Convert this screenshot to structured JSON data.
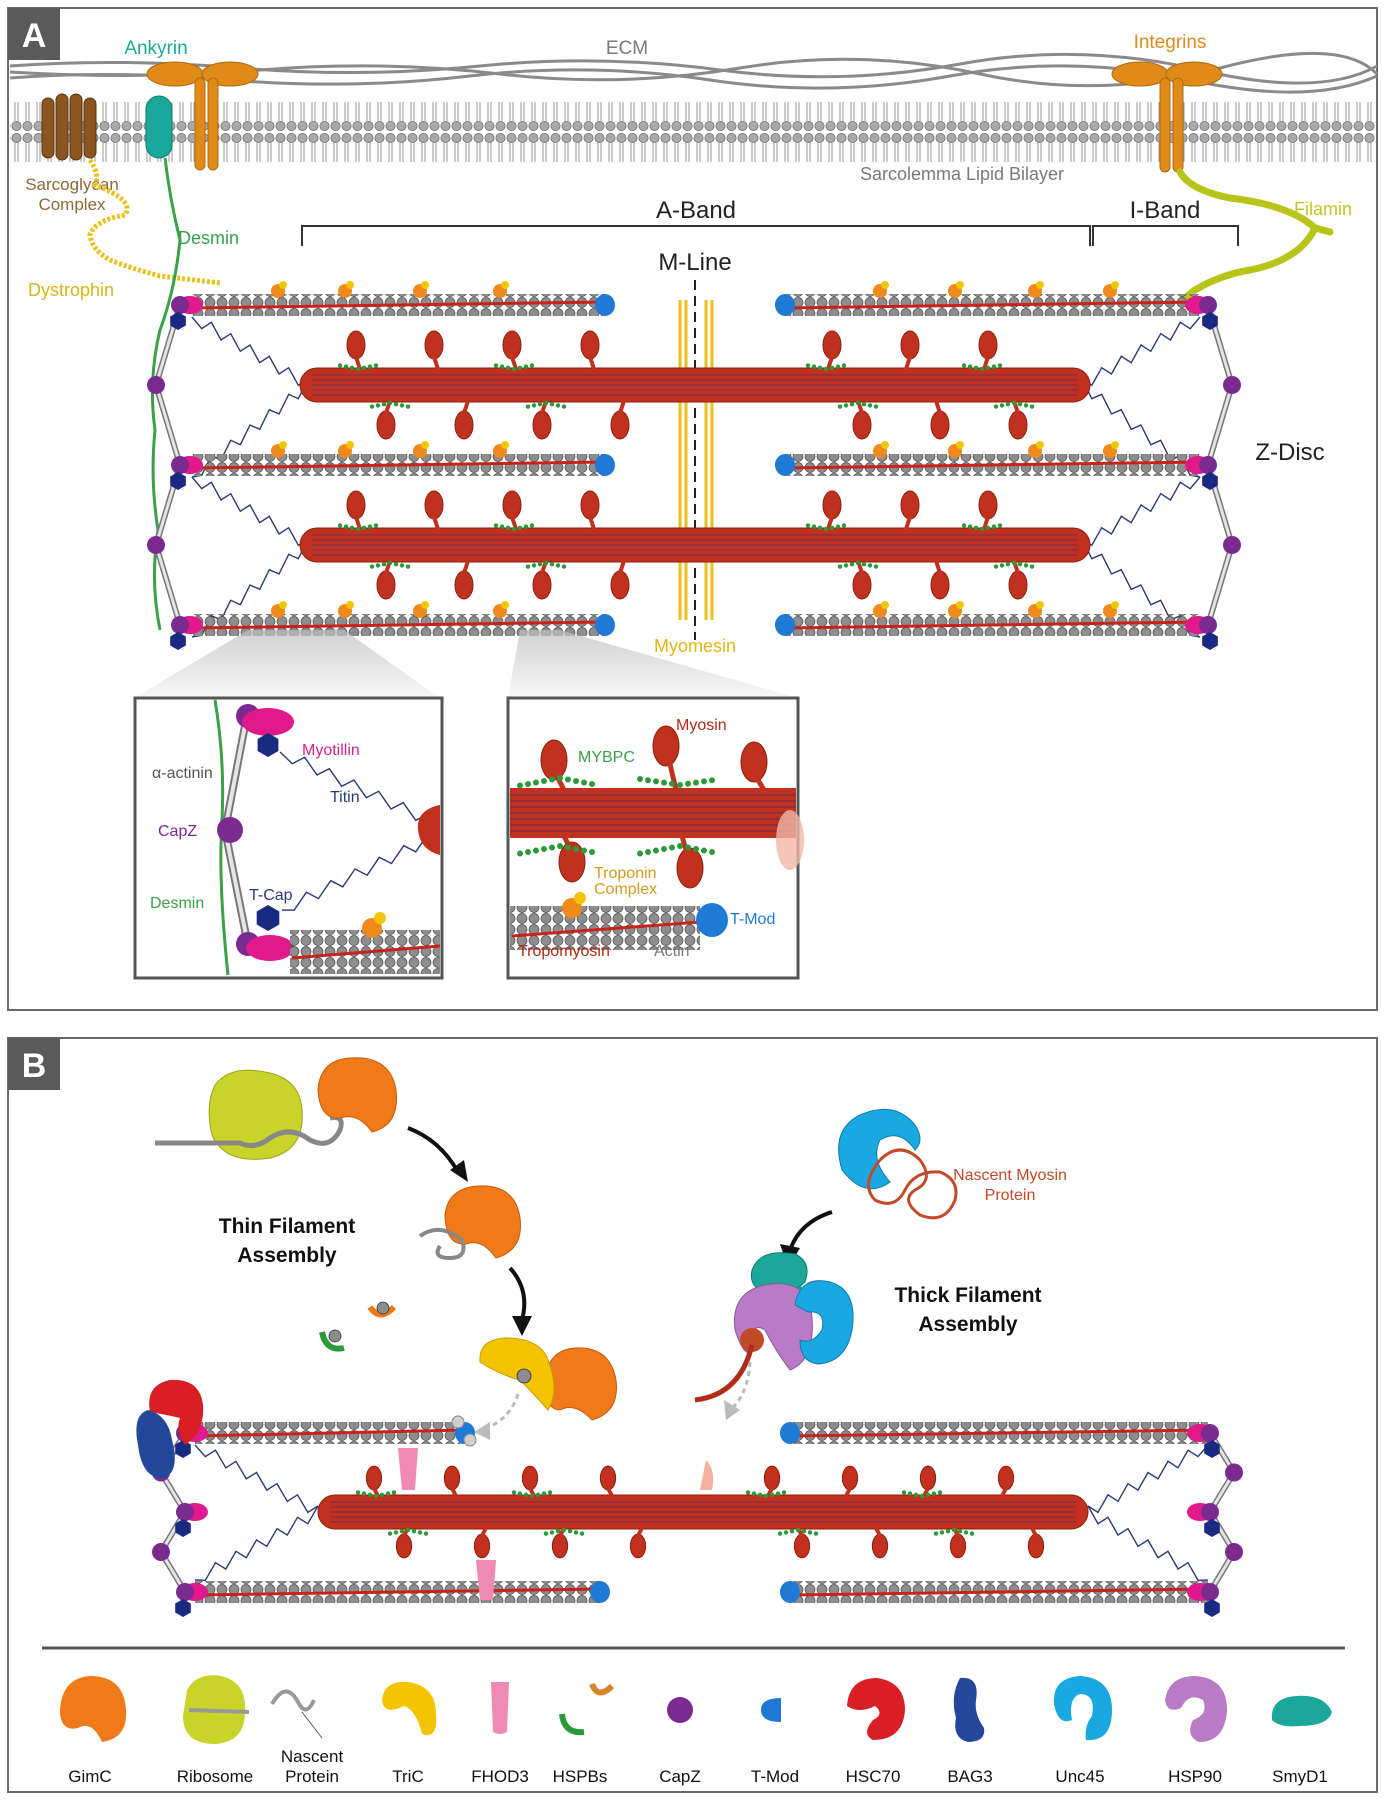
{
  "panel_a": {
    "letter": "A",
    "labels": {
      "ecm": "ECM",
      "ankyrin": "Ankyrin",
      "integrins": "Integrins",
      "sarcoglycan_1": "Sarcoglycan",
      "sarcoglycan_2": "Complex",
      "sarcolemma": "Sarcolemma Lipid Bilayer",
      "desmin": "Desmin",
      "dystrophin": "Dystrophin",
      "a_band": "A-Band",
      "i_band": "I-Band",
      "filamin": "Filamin",
      "m_line": "M-Line",
      "z_disc": "Z-Disc",
      "myomesin": "Myomesin"
    },
    "inset_left": {
      "myotillin": "Myotillin",
      "alpha_actinin": "α-actinin",
      "titin": "Titin",
      "capz": "CapZ",
      "tcap": "T-Cap",
      "desmin": "Desmin"
    },
    "inset_right": {
      "myosin": "Myosin",
      "mybpc": "MYBPC",
      "troponin_1": "Troponin",
      "troponin_2": "Complex",
      "tmod": "T-Mod",
      "tropomyosin": "Tropomyosin",
      "actin": "Actin"
    }
  },
  "panel_b": {
    "letter": "B",
    "thin_assembly_1": "Thin Filament",
    "thin_assembly_2": "Assembly",
    "thick_assembly_1": "Thick Filament",
    "thick_assembly_2": "Assembly",
    "nascent_myosin_1": "Nascent Myosin",
    "nascent_myosin_2": "Protein",
    "legend": [
      {
        "label": "GimC",
        "icon": "gimc-icon",
        "color": "#f07a1a"
      },
      {
        "label": "Ribosome",
        "icon": "ribosome-icon",
        "color": "#c8d42a"
      },
      {
        "label": "Nascent",
        "label2": "Protein",
        "icon": "nascent-protein-icon",
        "color": "#999999"
      },
      {
        "label": "TriC",
        "icon": "tric-icon",
        "color": "#f5c400"
      },
      {
        "label": "FHOD3",
        "icon": "fhod3-icon",
        "color": "#f08ab4"
      },
      {
        "label": "HSPBs",
        "icon": "hspbs-icon",
        "color": "#2a9a3a"
      },
      {
        "label": "CapZ",
        "icon": "capz-icon",
        "color": "#7b2a90"
      },
      {
        "label": "T-Mod",
        "icon": "tmod-icon",
        "color": "#1f7ad6"
      },
      {
        "label": "HSC70",
        "icon": "hsc70-icon",
        "color": "#d81f26"
      },
      {
        "label": "BAG3",
        "icon": "bag3-icon",
        "color": "#23479a"
      },
      {
        "label": "Unc45",
        "icon": "unc45-icon",
        "color": "#1aa8e0"
      },
      {
        "label": "HSP90",
        "icon": "hsp90-icon",
        "color": "#b97bc7"
      },
      {
        "label": "SmyD1",
        "icon": "smyd1-icon",
        "color": "#1ba89a"
      }
    ]
  }
}
